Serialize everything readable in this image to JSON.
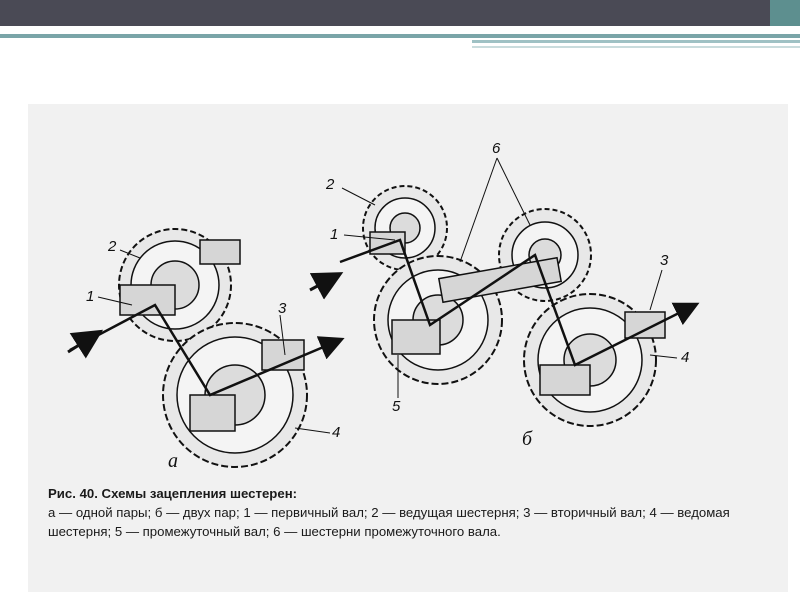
{
  "figure": {
    "caption_title": "Рис. 40. Схемы зацепления шестерен:",
    "caption_body": "а — одной пары; б — двух пар; 1 — первичный вал; 2 — ведущая шестерня; 3 — вторичный вал; 4 — ведомая шестерня; 5 — промежуточный вал; 6 — шестерни промежуточного вала.",
    "panel_a_label": "а",
    "panel_b_label": "б",
    "callouts_a": [
      "1",
      "2",
      "3",
      "4"
    ],
    "callouts_b": [
      "1",
      "2",
      "3",
      "4",
      "5",
      "6"
    ]
  }
}
